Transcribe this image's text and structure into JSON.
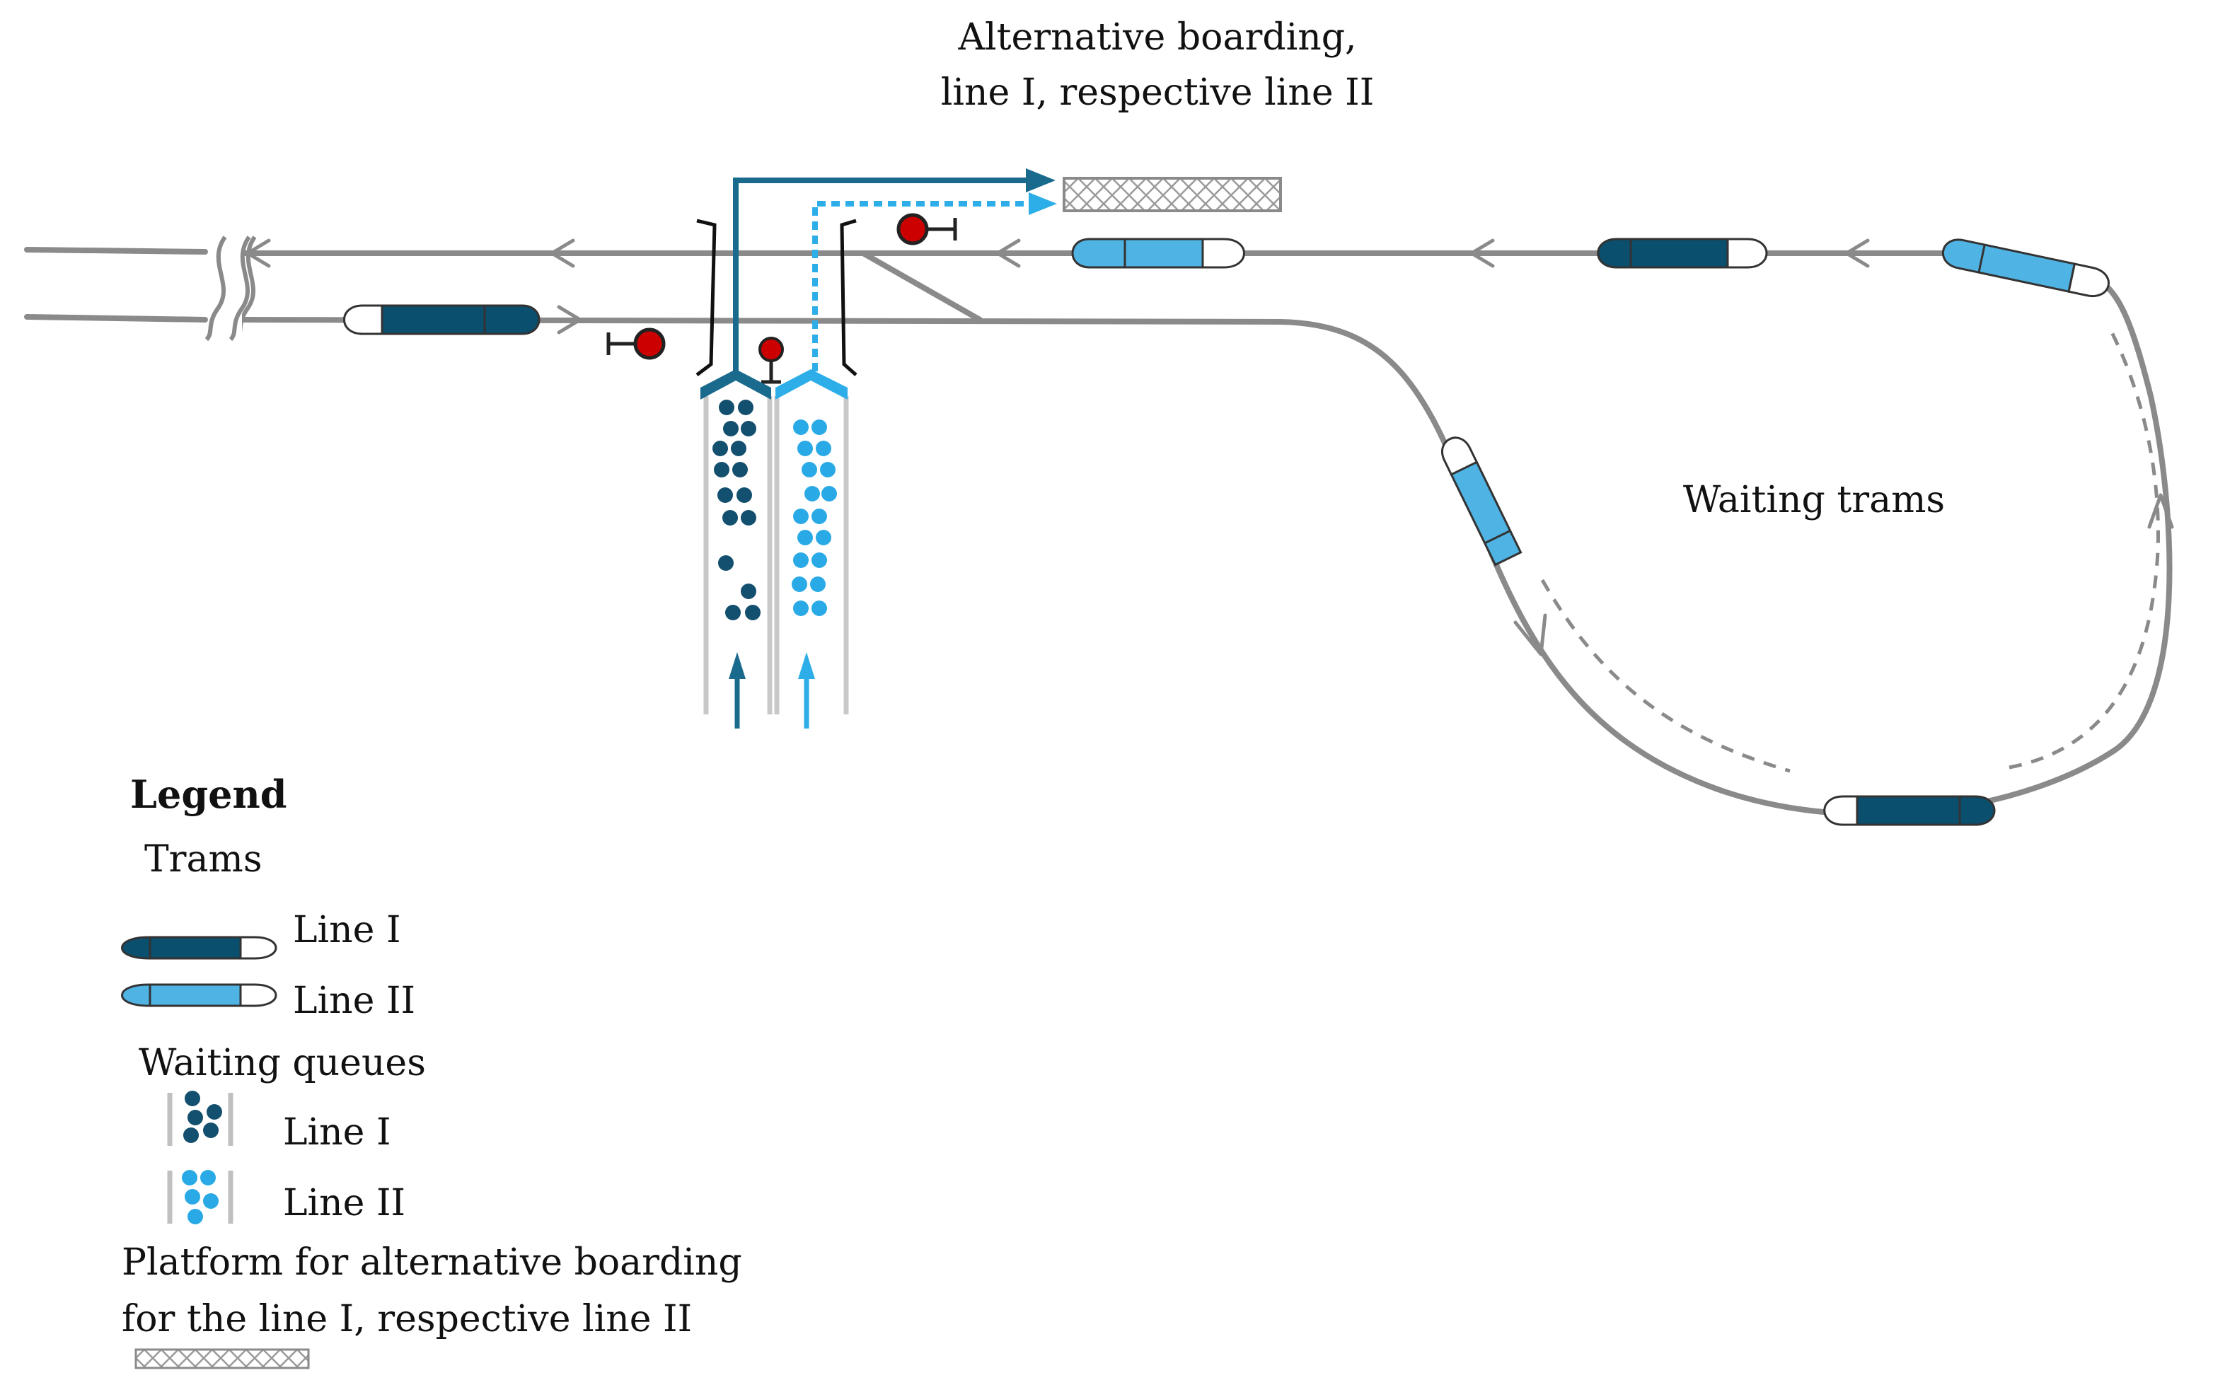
{
  "labels": {
    "alt_boarding_line1": "Alternative boarding,",
    "alt_boarding_line2": "line I, respective line II",
    "waiting_trams": "Waiting trams"
  },
  "legend": {
    "title": "Legend",
    "trams_heading": "Trams",
    "tram_line1": "Line I",
    "tram_line2": "Line II",
    "queues_heading": "Waiting queues",
    "queue_line1": "Line I",
    "queue_line2": "Line II",
    "platform_line1": "Platform for alternative boarding",
    "platform_line2": "for the line I, respective line II"
  },
  "colors": {
    "line1": "#0b4f6e",
    "line2": "#4fb3e3",
    "track": "#8a8a8a",
    "signal": "#cc0000"
  }
}
